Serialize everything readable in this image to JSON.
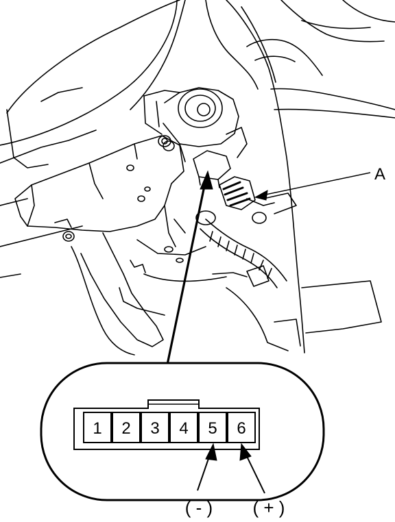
{
  "callout_label": "A",
  "connector": {
    "pins": [
      "1",
      "2",
      "3",
      "4",
      "5",
      "6"
    ]
  },
  "polarity": {
    "negative": "( - )",
    "positive": "( + )"
  }
}
